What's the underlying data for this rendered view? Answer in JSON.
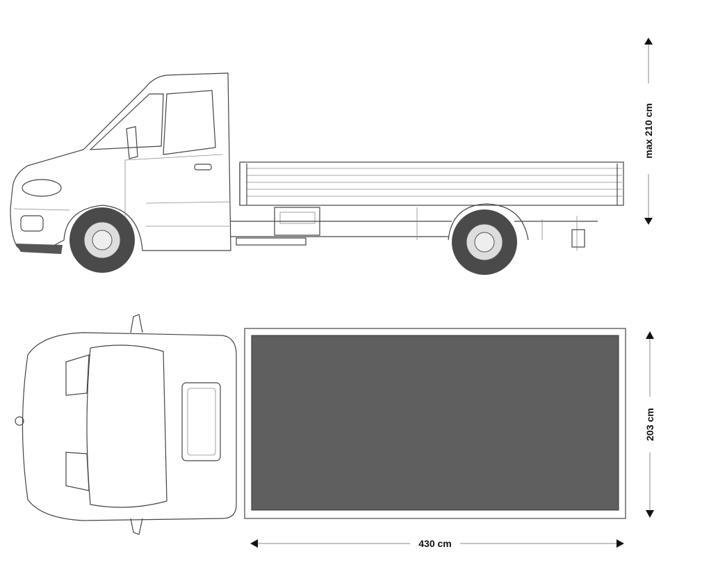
{
  "dimensions": {
    "height_label": "max 210 cm",
    "width_label": "203 cm",
    "length_label": "430 cm"
  },
  "colors": {
    "cargo_floor": "#5f5f5f",
    "tire": "#4a4a4a",
    "line": "#444444"
  }
}
